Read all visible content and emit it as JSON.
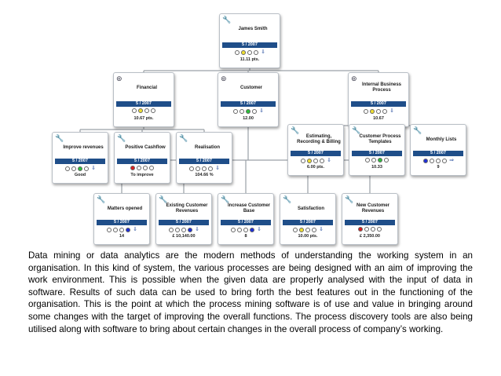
{
  "nodes": [
    {
      "id": "james-smith",
      "title": "James Smith",
      "period": "5 / 2007",
      "value": "11.11 pts.",
      "lights": [
        "#ffffff",
        "#f0e030",
        "#ffffff",
        "#ffffff"
      ],
      "icon": "wrench-icon",
      "arrow": "⇓"
    },
    {
      "id": "financial",
      "title": "Financial",
      "period": "5 / 2007",
      "value": "10.67 pts.",
      "lights": [
        "#ffffff",
        "#f0e030",
        "#ffffff",
        "#ffffff"
      ],
      "icon": "binoculars-icon",
      "arrow": ""
    },
    {
      "id": "customer",
      "title": "Customer",
      "period": "5 / 2007",
      "value": "12.00",
      "lights": [
        "#ffffff",
        "#ffffff",
        "#2bbf3a",
        "#ffffff"
      ],
      "icon": "binoculars-icon",
      "arrow": "⇓"
    },
    {
      "id": "internal-business-process",
      "title": "Internal Business Process",
      "period": "5 / 2007",
      "value": "10.67",
      "lights": [
        "#ffffff",
        "#f0e030",
        "#ffffff",
        "#ffffff"
      ],
      "icon": "binoculars-icon",
      "arrow": "⇓"
    },
    {
      "id": "improve-revenues",
      "title": "Improve revenues",
      "period": "5 / 2007",
      "value": "Good",
      "lights": [
        "#ffffff",
        "#ffffff",
        "#2bbf3a",
        "#ffffff"
      ],
      "icon": "wrench-icon",
      "arrow": "⇓"
    },
    {
      "id": "positive-cashflow",
      "title": "Positive Cashflow",
      "period": "5 / 2007",
      "value": "To improve",
      "lights": [
        "#d81e1e",
        "#ffffff",
        "#ffffff",
        "#ffffff"
      ],
      "icon": "wrench-icon",
      "arrow": ""
    },
    {
      "id": "realisation",
      "title": "Realisation",
      "period": "5 / 2007",
      "value": "104.66 %",
      "lights": [
        "#ffffff",
        "#ffffff",
        "#ffffff",
        "#ffffff"
      ],
      "icon": "wrench-icon",
      "arrow": "⇓"
    },
    {
      "id": "estimating-recording-billing",
      "title": "Estimating, Recording & Billing",
      "period": "5 / 2007",
      "value": "6.00 pts.",
      "lights": [
        "#ffffff",
        "#f0e030",
        "#ffffff",
        "#ffffff"
      ],
      "icon": "wrench-icon",
      "arrow": "⇓"
    },
    {
      "id": "customer-process-templates",
      "title": "Customer Process Templates",
      "period": "5 / 2007",
      "value": "10.33",
      "lights": [
        "#ffffff",
        "#ffffff",
        "#2bbf3a",
        "#ffffff"
      ],
      "icon": "wrench-icon",
      "arrow": ""
    },
    {
      "id": "monthly-lists",
      "title": "Monthly Lists",
      "period": "5 / 2007",
      "value": "9",
      "lights": [
        "#1e2fd8",
        "#ffffff",
        "#ffffff",
        "#ffffff"
      ],
      "icon": "wrench-icon",
      "arrow": "⇒"
    },
    {
      "id": "matters-opened",
      "title": "Matters opened",
      "period": "5 / 2007",
      "value": "14",
      "lights": [
        "#ffffff",
        "#ffffff",
        "#ffffff",
        "#1e2fd8"
      ],
      "icon": "wrench-icon",
      "arrow": "⇓"
    },
    {
      "id": "existing-customer-revenues",
      "title": "Existing Customer Revenues",
      "period": "5 / 2007",
      "value": "£ 10,140.00",
      "lights": [
        "#ffffff",
        "#ffffff",
        "#ffffff",
        "#1e2fd8"
      ],
      "icon": "wrench-icon",
      "arrow": "⇓"
    },
    {
      "id": "increase-customer-base",
      "title": "Increase Customer Base",
      "period": "5 / 2007",
      "value": "8",
      "lights": [
        "#ffffff",
        "#ffffff",
        "#ffffff",
        "#1e2fd8"
      ],
      "icon": "wrench-icon",
      "arrow": "⇓"
    },
    {
      "id": "satisfaction",
      "title": "Satisfaction",
      "period": "5 / 2007",
      "value": "10.00 pts.",
      "lights": [
        "#ffffff",
        "#f0e030",
        "#ffffff",
        "#ffffff"
      ],
      "icon": "wrench-icon",
      "arrow": "⇓"
    },
    {
      "id": "new-customer-revenues",
      "title": "New Customer Revenues",
      "period": "5 / 2007",
      "value": "£ 2,350.00",
      "lights": [
        "#d81e1e",
        "#ffffff",
        "#ffffff",
        "#ffffff"
      ],
      "icon": "wrench-icon",
      "arrow": ""
    }
  ],
  "edges": [
    [
      "james-smith",
      "financial"
    ],
    [
      "james-smith",
      "customer"
    ],
    [
      "james-smith",
      "internal-business-process"
    ],
    [
      "financial",
      "improve-revenues"
    ],
    [
      "financial",
      "positive-cashflow"
    ],
    [
      "financial",
      "realisation"
    ],
    [
      "internal-business-process",
      "estimating-recording-billing"
    ],
    [
      "internal-business-process",
      "customer-process-templates"
    ],
    [
      "internal-business-process",
      "monthly-lists"
    ],
    [
      "customer",
      "matters-opened"
    ],
    [
      "customer",
      "existing-customer-revenues"
    ],
    [
      "customer",
      "increase-customer-base"
    ],
    [
      "customer",
      "satisfaction"
    ],
    [
      "customer",
      "new-customer-revenues"
    ]
  ],
  "line_color": "#9aa0a6",
  "description": "Data mining or data analytics are the modern methods of understanding the working system in an organisation. In this kind of system, the various processes are being designed with an aim of improving the work environment. This is possible when the given data are properly analysed with the input of data in software. Results of such data can be used to bring forth the best features out in the functioning of the organisation. This is the point at which the process mining software is of use and value in bringing around some changes with the target of improving the overall functions. The process discovery tools are also being utilised along with software to bring about certain changes in the overall process of company’s working."
}
